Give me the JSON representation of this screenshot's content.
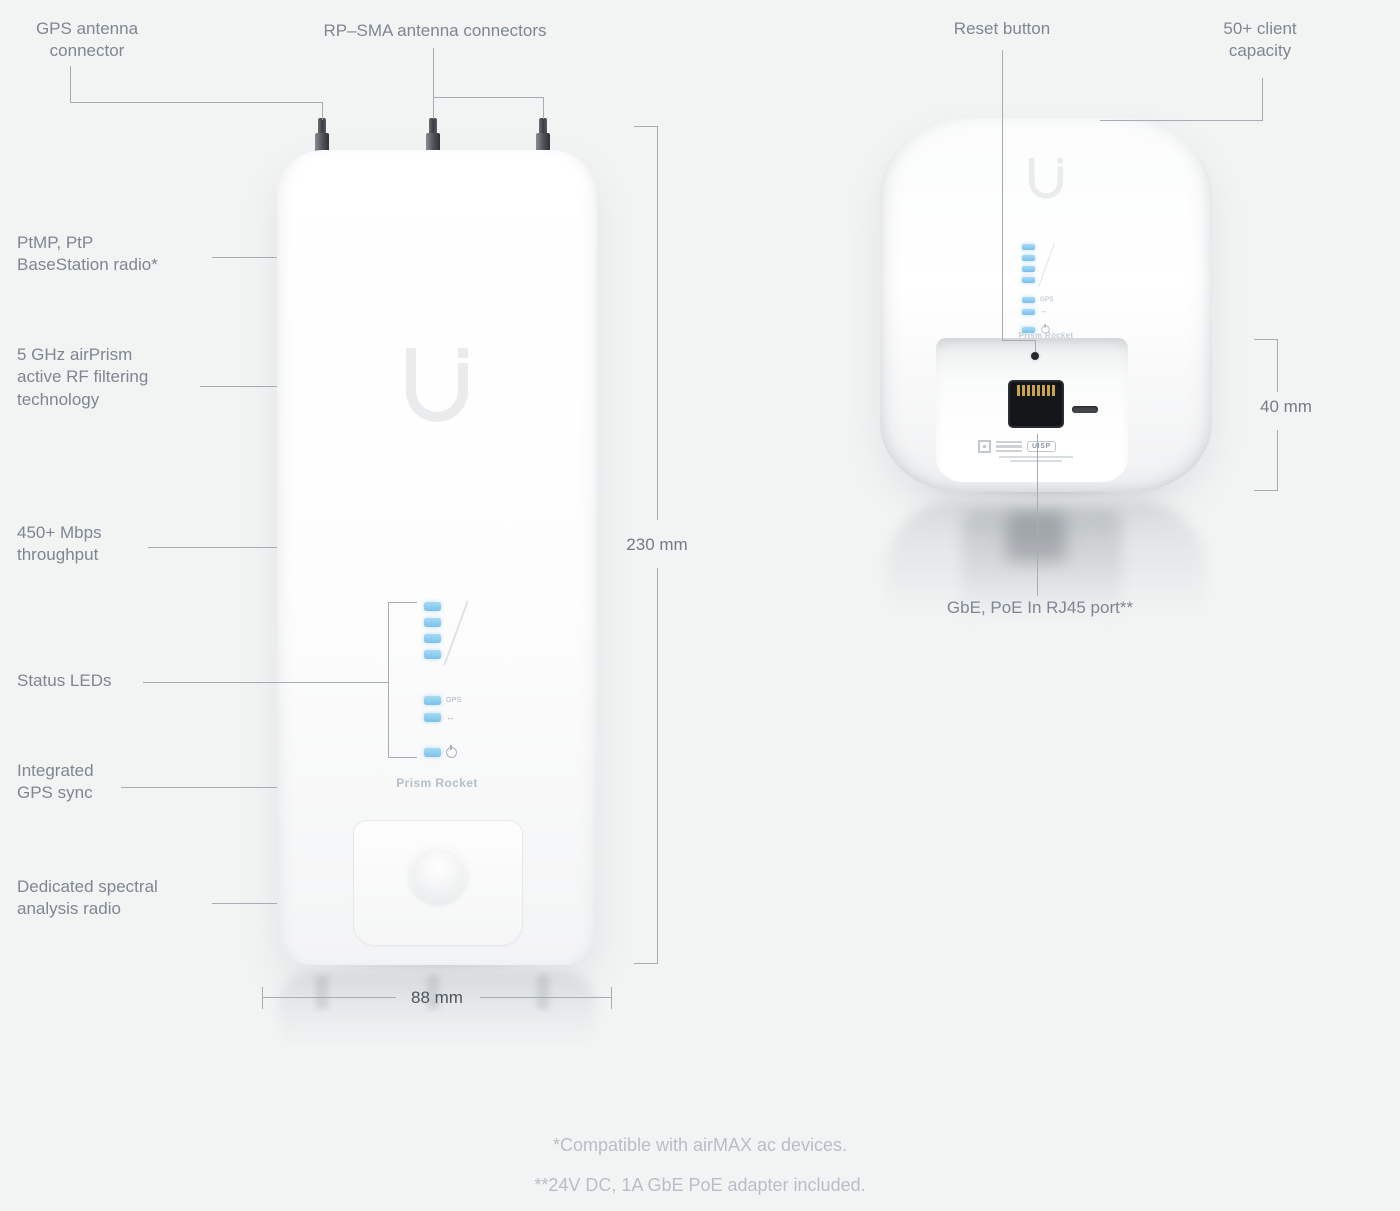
{
  "callouts": {
    "gps_antenna": "GPS antenna\nconnector",
    "rpsma": "RP–SMA antenna connectors",
    "basestation": "PtMP, PtP\nBaseStation radio*",
    "airprism": "5 GHz airPrism\nactive RF filtering\ntechnology",
    "throughput": "450+ Mbps\nthroughput",
    "status_leds": "Status LEDs",
    "gps_sync": "Integrated\nGPS sync",
    "spectral": "Dedicated spectral\nanalysis radio",
    "reset": "Reset button",
    "capacity": "50+ client\ncapacity",
    "rj45_port": "GbE, PoE In RJ45 port**"
  },
  "dimensions": {
    "height": "230 mm",
    "width": "88 mm",
    "depth": "40 mm"
  },
  "footnotes": {
    "compat": "*Compatible with airMAX ac devices.",
    "power": "**24V DC, 1A GbE PoE adapter included."
  },
  "device": {
    "model_front": "Prism Rocket",
    "model_back": "Prism Rocket",
    "led_gps_label": "GPS",
    "led_link_symbol": "↔",
    "back_panel_label": "UISP"
  },
  "colors": {
    "background": "#f2f4f4",
    "label_text": "#7e8691",
    "footnote_text": "#b9bec6",
    "callout_line": "#a6acb3",
    "led_blue": "#85c6ed"
  }
}
